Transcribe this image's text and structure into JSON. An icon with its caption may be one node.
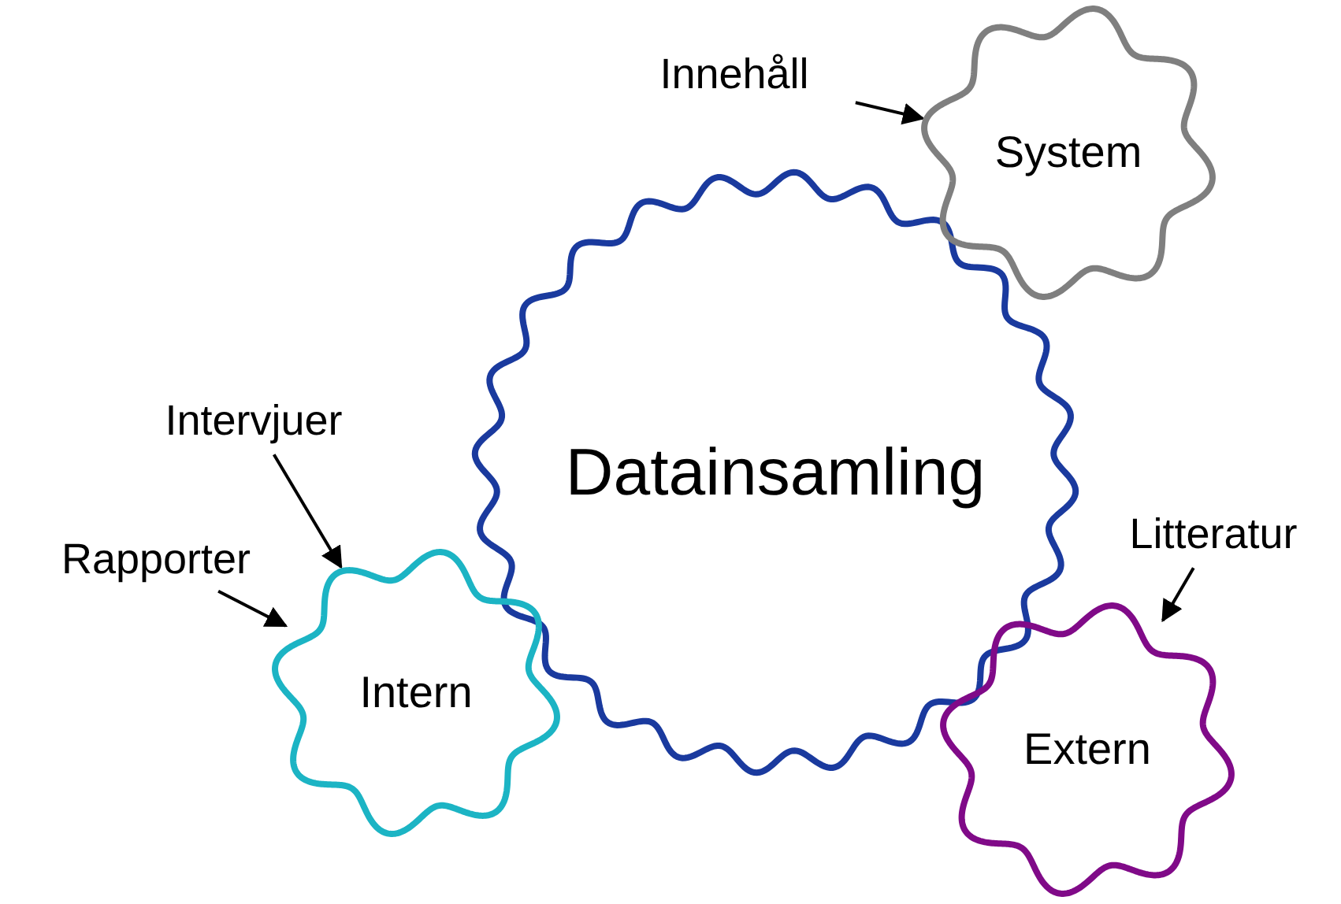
{
  "diagram": {
    "nodes": [
      {
        "text": [
          "Datainsamling"
        ]
      },
      {
        "text": [
          "System"
        ]
      },
      {
        "text": [
          "Intern"
        ]
      },
      {
        "text": [
          "Extern"
        ]
      },
      {
        "text": [
          "Innehåll"
        ]
      },
      {
        "text": [
          "Intervjuer"
        ]
      },
      {
        "text": [
          "Rapporter"
        ]
      },
      {
        "text": [
          "Litteratur"
        ]
      }
    ],
    "edges": [
      {
        "from": 4,
        "to": 1,
        "arrow": "to"
      },
      {
        "from": 5,
        "to": 2,
        "arrow": "to"
      },
      {
        "from": 6,
        "to": 2,
        "arrow": "to"
      },
      {
        "from": 7,
        "to": 3,
        "arrow": "to"
      }
    ]
  }
}
